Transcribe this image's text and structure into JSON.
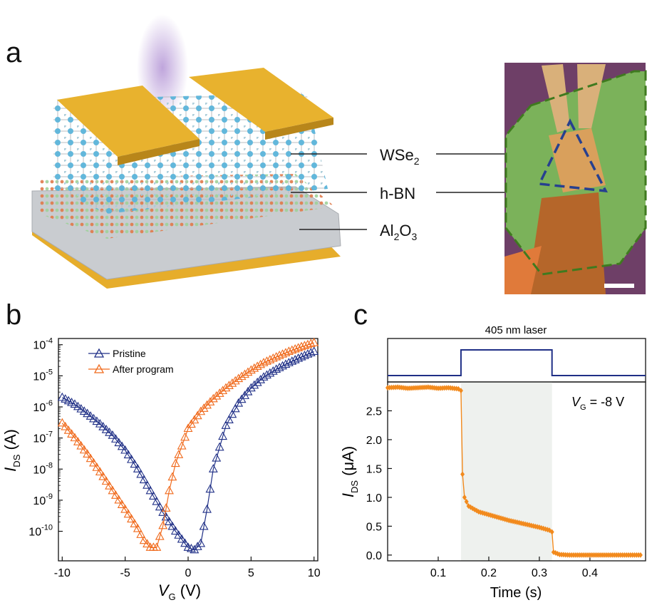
{
  "panels": {
    "a": "a",
    "b": "b",
    "c": "c"
  },
  "device_labels": {
    "wse2": "WSe",
    "wse2_sub": "2",
    "hbn": "h-BN",
    "al2o3_a": "Al",
    "al2o3_sub1": "2",
    "al2o3_o": "O",
    "al2o3_sub2": "3"
  },
  "colors": {
    "pristine": "#1f2f86",
    "after_program": "#f06a1c",
    "laser_trace": "#1f2f86",
    "current_trace": "#f28a1d",
    "electrode_gold": "#e0a92a",
    "microscope_bg": "#6e3f67",
    "hbn_outline": "#3f7a1f",
    "wse2_outline": "#27408f",
    "illumination_shade": "#eef1ee"
  },
  "chart_data": [
    {
      "type": "scatter",
      "panel": "b",
      "xlabel": "V",
      "xlabel_sub": "G",
      "xlabel_unit": " (V)",
      "ylabel": "I",
      "ylabel_sub": "DS",
      "ylabel_unit": " (A)",
      "yscale": "log",
      "xlim": [
        -10.3,
        10.3
      ],
      "ylim_log10": [
        -10.95,
        -3.8
      ],
      "xticks": [
        -10,
        -5,
        0,
        5,
        10
      ],
      "xtick_labels": [
        "-10",
        "-5",
        "0",
        "5",
        "10"
      ],
      "yticks_exp": [
        -4,
        -5,
        -6,
        -7,
        -8,
        -9,
        -10
      ],
      "ytick_base": "10",
      "legend_position": "top-left",
      "series": [
        {
          "name": "Pristine",
          "marker": "triangle-open",
          "points": [
            [
              -10,
              2e-06
            ],
            [
              -9,
              1.2e-06
            ],
            [
              -8,
              6e-07
            ],
            [
              -7,
              2.8e-07
            ],
            [
              -6,
              1.2e-07
            ],
            [
              -5,
              4e-08
            ],
            [
              -4,
              1e-08
            ],
            [
              -3,
              2e-09
            ],
            [
              -2,
              4e-10
            ],
            [
              -1,
              1e-10
            ],
            [
              0,
              3e-11
            ],
            [
              0.5,
              2.5e-11
            ],
            [
              1,
              4e-11
            ],
            [
              1.5,
              5e-10
            ],
            [
              2,
              1e-08
            ],
            [
              3,
              2.5e-07
            ],
            [
              4,
              1.3e-06
            ],
            [
              5,
              4e-06
            ],
            [
              6,
              9e-06
            ],
            [
              7,
              1.6e-05
            ],
            [
              8,
              2.6e-05
            ],
            [
              9,
              4e-05
            ],
            [
              10,
              6e-05
            ]
          ]
        },
        {
          "name": "After program",
          "marker": "triangle-open",
          "points": [
            [
              -10,
              3e-07
            ],
            [
              -9,
              1e-07
            ],
            [
              -8,
              3e-08
            ],
            [
              -7,
              8e-09
            ],
            [
              -6,
              2e-09
            ],
            [
              -5,
              5e-10
            ],
            [
              -4,
              1.2e-10
            ],
            [
              -3.5,
              5e-11
            ],
            [
              -3,
              3e-11
            ],
            [
              -2.5,
              3e-11
            ],
            [
              -2,
              1.5e-10
            ],
            [
              -1.5,
              2e-09
            ],
            [
              -1,
              1.5e-08
            ],
            [
              0,
              2e-07
            ],
            [
              1,
              7e-07
            ],
            [
              2,
              1.8e-06
            ],
            [
              3,
              4e-06
            ],
            [
              4,
              8e-06
            ],
            [
              5,
              1.5e-05
            ],
            [
              6,
              2.6e-05
            ],
            [
              7,
              4e-05
            ],
            [
              8,
              6e-05
            ],
            [
              9,
              8.5e-05
            ],
            [
              10,
              0.000115
            ]
          ]
        }
      ]
    },
    {
      "type": "line",
      "panel": "c",
      "top_title": "405 nm laser",
      "annotation": "V",
      "annotation_sub": "G",
      "annotation_value": " = -8 V",
      "xlabel": "Time (s)",
      "ylabel": "I",
      "ylabel_sub": "DS",
      "ylabel_unit": " (μA)",
      "xlim": [
        0,
        0.51
      ],
      "ylim": [
        -0.1,
        3.0
      ],
      "xticks": [
        0.1,
        0.2,
        0.3,
        0.4
      ],
      "xtick_labels": [
        "0.1",
        "0.2",
        "0.3",
        "0.4"
      ],
      "yticks": [
        0.0,
        0.5,
        1.0,
        1.5,
        2.0,
        2.5
      ],
      "ytick_labels": [
        "0.0",
        "0.5",
        "1.0",
        "1.5",
        "2.0",
        "2.5"
      ],
      "laser_on_interval": [
        0.145,
        0.325
      ],
      "series": [
        {
          "name": "",
          "marker": "diamond",
          "points": [
            [
              0.0,
              2.9
            ],
            [
              0.02,
              2.91
            ],
            [
              0.04,
              2.89
            ],
            [
              0.06,
              2.9
            ],
            [
              0.08,
              2.91
            ],
            [
              0.1,
              2.89
            ],
            [
              0.12,
              2.9
            ],
            [
              0.14,
              2.88
            ],
            [
              0.145,
              2.85
            ],
            [
              0.148,
              1.4
            ],
            [
              0.152,
              1.0
            ],
            [
              0.16,
              0.85
            ],
            [
              0.18,
              0.75
            ],
            [
              0.2,
              0.7
            ],
            [
              0.22,
              0.65
            ],
            [
              0.24,
              0.6
            ],
            [
              0.26,
              0.56
            ],
            [
              0.28,
              0.52
            ],
            [
              0.3,
              0.48
            ],
            [
              0.32,
              0.43
            ],
            [
              0.325,
              0.4
            ],
            [
              0.328,
              0.05
            ],
            [
              0.34,
              0.01
            ],
            [
              0.36,
              0.0
            ],
            [
              0.38,
              0.0
            ],
            [
              0.4,
              0.0
            ],
            [
              0.42,
              0.0
            ],
            [
              0.44,
              0.0
            ],
            [
              0.46,
              0.0
            ],
            [
              0.48,
              0.0
            ],
            [
              0.5,
              0.0
            ]
          ]
        }
      ]
    }
  ]
}
